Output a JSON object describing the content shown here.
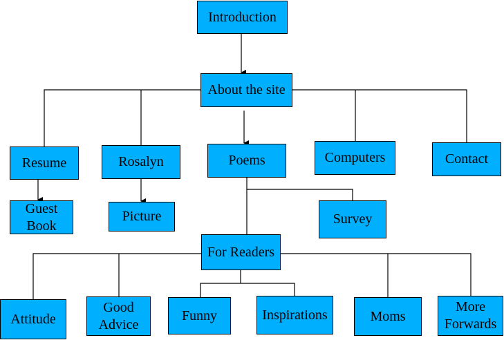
{
  "diagram": {
    "nodes": {
      "intro": "Introduction",
      "about": "About the site",
      "resume": "Resume",
      "rosalyn": "Rosalyn",
      "poems": "Poems",
      "computers": "Computers",
      "contact": "Contact",
      "guest": "Guest\nBook",
      "picture": "Picture",
      "survey": "Survey",
      "readers": "For Readers",
      "attitude": "Attitude",
      "good": "Good\nAdvice",
      "funny": "Funny",
      "insp": "Inspirations",
      "moms": "Moms",
      "more": "More\nForwards"
    },
    "colors": {
      "box_fill": "#00b0ff",
      "line": "#000000"
    }
  }
}
